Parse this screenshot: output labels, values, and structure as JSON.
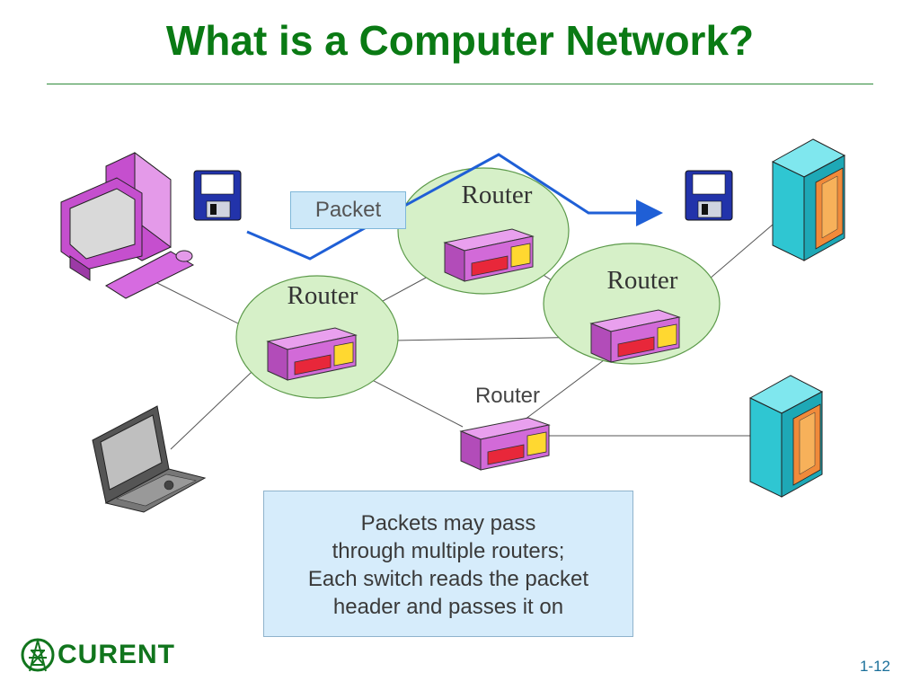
{
  "slide": {
    "title": "What is a Computer Network?",
    "page_number": "1-12"
  },
  "diagram": {
    "routers": [
      {
        "label": "Router"
      },
      {
        "label": "Router"
      },
      {
        "label": "Router"
      },
      {
        "label": "Router"
      }
    ],
    "packet_label": "Packet",
    "note_lines": [
      "Packets may pass",
      "through multiple routers;",
      "Each switch reads the packet",
      "header and passes it on"
    ]
  },
  "logo": {
    "text": "CURENT"
  },
  "colors": {
    "title": "#0a7a14",
    "packet_path": "#1f5fd6",
    "router_circle": "#d6f0c8",
    "router_body": "#d26ad8"
  }
}
